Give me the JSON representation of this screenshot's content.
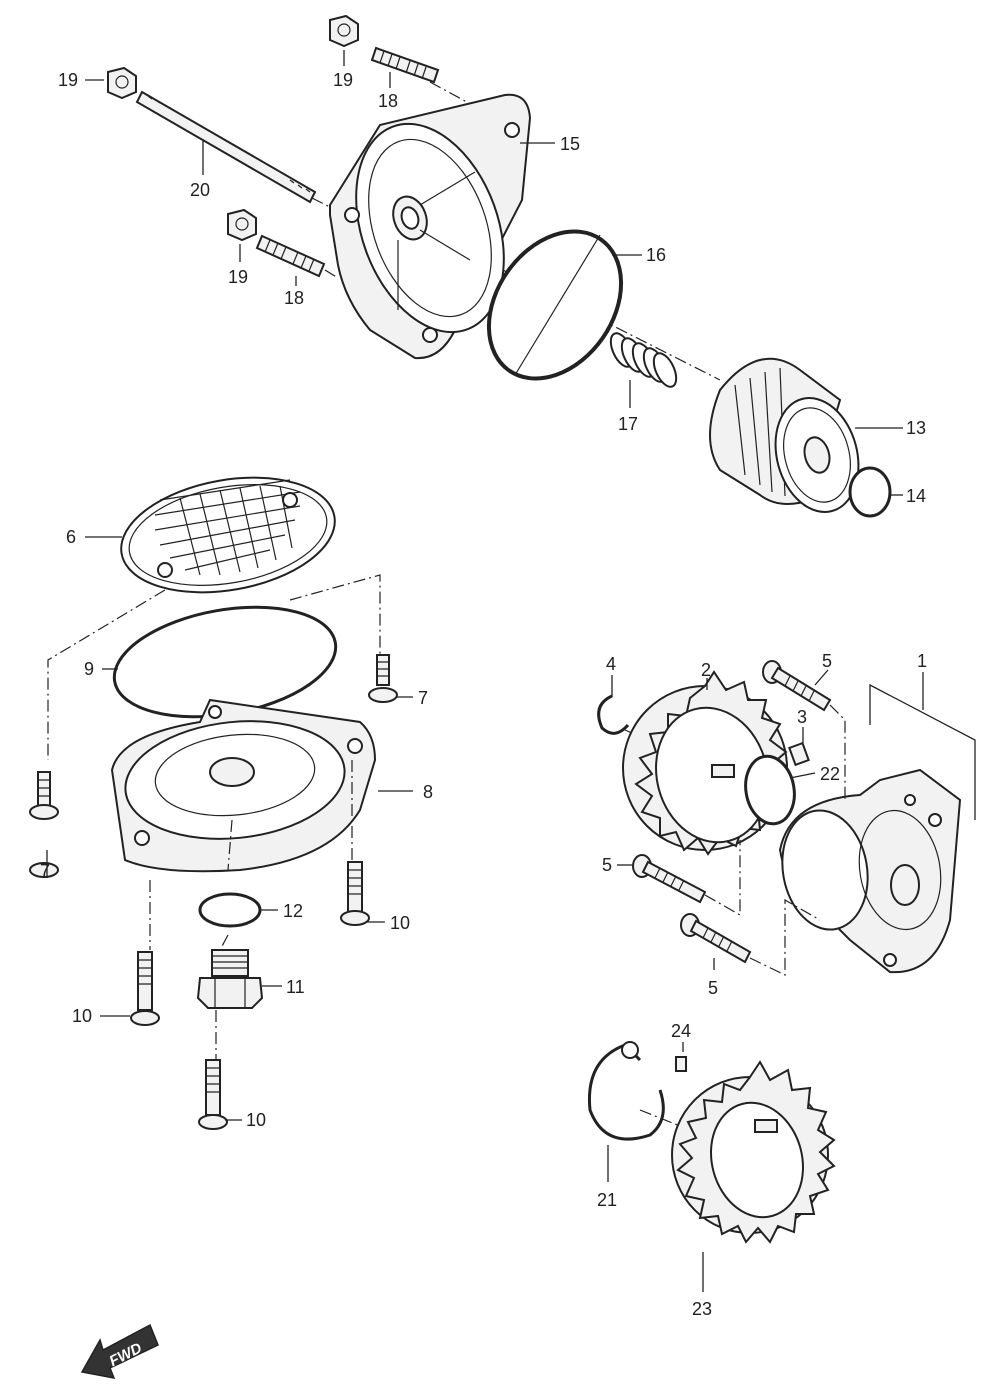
{
  "diagram": {
    "callouts": [
      {
        "id": "c19a",
        "label": "19"
      },
      {
        "id": "c19b",
        "label": "19"
      },
      {
        "id": "c18a",
        "label": "18"
      },
      {
        "id": "c20",
        "label": "20"
      },
      {
        "id": "c15",
        "label": "15"
      },
      {
        "id": "c19c",
        "label": "19"
      },
      {
        "id": "c18b",
        "label": "18"
      },
      {
        "id": "c16",
        "label": "16"
      },
      {
        "id": "c17",
        "label": "17"
      },
      {
        "id": "c13",
        "label": "13"
      },
      {
        "id": "c14",
        "label": "14"
      },
      {
        "id": "c6",
        "label": "6"
      },
      {
        "id": "c9",
        "label": "9"
      },
      {
        "id": "c7a",
        "label": "7"
      },
      {
        "id": "c7b",
        "label": "7"
      },
      {
        "id": "c8",
        "label": "8"
      },
      {
        "id": "c12",
        "label": "12"
      },
      {
        "id": "c10a",
        "label": "10"
      },
      {
        "id": "c11",
        "label": "11"
      },
      {
        "id": "c10b",
        "label": "10"
      },
      {
        "id": "c10c",
        "label": "10"
      },
      {
        "id": "c4",
        "label": "4"
      },
      {
        "id": "c2",
        "label": "2"
      },
      {
        "id": "c5a",
        "label": "5"
      },
      {
        "id": "c1",
        "label": "1"
      },
      {
        "id": "c3",
        "label": "3"
      },
      {
        "id": "c22",
        "label": "22"
      },
      {
        "id": "c5b",
        "label": "5"
      },
      {
        "id": "c5c",
        "label": "5"
      },
      {
        "id": "c24",
        "label": "24"
      },
      {
        "id": "c21",
        "label": "21"
      },
      {
        "id": "c23",
        "label": "23"
      }
    ],
    "fwd_label": "FWD"
  }
}
